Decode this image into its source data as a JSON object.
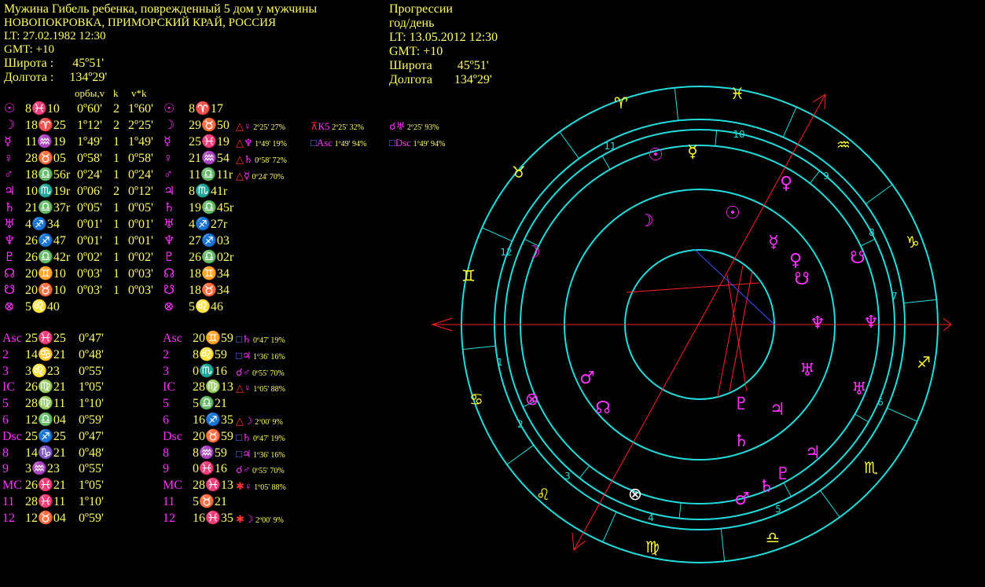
{
  "header_left": {
    "title": "Мужина Гибель ребенка, поврежденный 5 дом у мужчины",
    "place": "НОВОПОКРОВКА, ПРИМОРСКИЙ КРАЙ, РОССИЯ",
    "lt": "LT: 27.02.1982  12:30",
    "gmt": "GMT: +10",
    "lat": "Широта :      45º51'",
    "lon": "Долгота :     134º29'"
  },
  "header_right": {
    "title": "Прогрессии",
    "sub": "год/день",
    "lt": "LT: 13.05.2012  12:30",
    "gmt": "GMT: +10",
    "lat": "Широта        45º51'",
    "lon": "Долгота       134º29'"
  },
  "column_headers": {
    "orb": "орбы,v",
    "k": "k",
    "vk": "v*k"
  },
  "planets": [
    {
      "glyph": "☉",
      "pos": "8♓10",
      "orb": "0º60'",
      "k": "2",
      "vk": "1º60'",
      "pglyph": "☉",
      "ppos": "8♈17",
      "aspects": []
    },
    {
      "glyph": "☽",
      "pos": "18♈25",
      "orb": "1º12'",
      "k": "2",
      "vk": "2º25'",
      "pglyph": "☽",
      "ppos": "29♉50",
      "aspects": [
        {
          "sym": "△",
          "pl": "♀",
          "txt": "2º25'  27%"
        },
        {
          "sym": "⊼",
          "pl": "К5",
          "txt": "2º25'    32%"
        },
        {
          "sym": "☌",
          "pl": "♅",
          "txt": "2º25' 93%"
        }
      ]
    },
    {
      "glyph": "☿",
      "pos": "11♒19",
      "orb": "1º49'",
      "k": "1",
      "vk": "1º49'",
      "pglyph": "☿",
      "ppos": "25♓19",
      "aspects": [
        {
          "sym": "△",
          "pl": "♆",
          "txt": "1º49'  19%"
        },
        {
          "sym": "□",
          "pl": "Asc",
          "txt": "1º49'  94%"
        },
        {
          "sym": "□",
          "pl": "Dsc",
          "txt": "1º49'  94%"
        }
      ]
    },
    {
      "glyph": "♀",
      "pos": "28♉05",
      "orb": "0º58'",
      "k": "1",
      "vk": "0º58'",
      "pglyph": "♀",
      "ppos": "21♒54",
      "aspects": [
        {
          "sym": "△",
          "pl": "♄",
          "txt": "0º58'  72%"
        }
      ]
    },
    {
      "glyph": "♂",
      "pos": "18♎56r",
      "orb": "0º24'",
      "k": "1",
      "vk": "0º24'",
      "pglyph": "♂",
      "ppos": "11♎11r",
      "aspects": [
        {
          "sym": "△",
          "pl": "☿",
          "txt": "0º24'  70%"
        }
      ]
    },
    {
      "glyph": "♃",
      "pos": "10♏19r",
      "orb": "0º06'",
      "k": "2",
      "vk": "0º12'",
      "pglyph": "♃",
      "ppos": "8♏41r",
      "aspects": []
    },
    {
      "glyph": "♄",
      "pos": "21♎37r",
      "orb": "0º05'",
      "k": "1",
      "vk": "0º05'",
      "pglyph": "♄",
      "ppos": "19♎45r",
      "aspects": []
    },
    {
      "glyph": "♅",
      "pos": "4♐34",
      "orb": "0º01'",
      "k": "1",
      "vk": "0º01'",
      "pglyph": "♅",
      "ppos": "4♐27r",
      "aspects": []
    },
    {
      "glyph": "♆",
      "pos": "26♐47",
      "orb": "0º01'",
      "k": "1",
      "vk": "0º01'",
      "pglyph": "♆",
      "ppos": "27♐03",
      "aspects": []
    },
    {
      "glyph": "♇",
      "pos": "26♎42r",
      "orb": "0º02'",
      "k": "1",
      "vk": "0º02'",
      "pglyph": "♇",
      "ppos": "26♎02r",
      "aspects": []
    },
    {
      "glyph": "☊",
      "pos": "20♊10",
      "orb": "0º03'",
      "k": "1",
      "vk": "0º03'",
      "pglyph": "☊",
      "ppos": "18♊34",
      "aspects": []
    },
    {
      "glyph": "☋",
      "pos": "20♉10",
      "orb": "0º03'",
      "k": "1",
      "vk": "0º03'",
      "pglyph": "☋",
      "ppos": "18♉34",
      "aspects": []
    },
    {
      "glyph": "⊗",
      "pos": "5♌40",
      "orb": "",
      "k": "",
      "vk": "",
      "pglyph": "⊗",
      "ppos": "5♌46",
      "aspects": []
    }
  ],
  "houses": [
    {
      "name": "Asc",
      "pos": "25♓25",
      "orb": "0º47'",
      "pname": "Asc",
      "ppos": "20♊59",
      "aspects": [
        {
          "sym": "□",
          "pl": "♄",
          "txt": "0º47' 19%"
        }
      ]
    },
    {
      "name": "2",
      "pos": "14♋21",
      "orb": "0º48'",
      "pname": "2",
      "ppos": "8♌59",
      "aspects": [
        {
          "sym": "□",
          "pl": "♃",
          "txt": "1º36' 16%"
        }
      ]
    },
    {
      "name": "3",
      "pos": "3♌23",
      "orb": "0º55'",
      "pname": "3",
      "ppos": "0♏16",
      "aspects": [
        {
          "sym": "☌",
          "pl": "♂",
          "txt": "0º55' 70%"
        }
      ]
    },
    {
      "name": "IC",
      "pos": "26♍21",
      "orb": "1º05'",
      "pname": "IC",
      "ppos": "28♍13",
      "aspects": [
        {
          "sym": "△",
          "pl": "♀",
          "txt": "1º05' 88%"
        }
      ]
    },
    {
      "name": "5",
      "pos": "28♍11",
      "orb": "1º10'",
      "pname": "5",
      "ppos": "5♎21",
      "aspects": []
    },
    {
      "name": "6",
      "pos": "12♎04",
      "orb": "0º59'",
      "pname": "6",
      "ppos": "16♐35",
      "aspects": [
        {
          "sym": "△",
          "pl": "☽",
          "txt": "2º00'  9%"
        }
      ]
    },
    {
      "name": "Dsc",
      "pos": "25♐25",
      "orb": "0º47'",
      "pname": "Dsc",
      "ppos": "20♉59",
      "aspects": [
        {
          "sym": "□",
          "pl": "♄",
          "txt": "0º47' 19%"
        }
      ]
    },
    {
      "name": "8",
      "pos": "14♑21",
      "orb": "0º48'",
      "pname": "8",
      "ppos": "8♒59",
      "aspects": [
        {
          "sym": "□",
          "pl": "♃",
          "txt": "1º36' 16%"
        }
      ]
    },
    {
      "name": "9",
      "pos": "3♒23",
      "orb": "0º55'",
      "pname": "9",
      "ppos": "0♓16",
      "aspects": [
        {
          "sym": "☌",
          "pl": "♂",
          "txt": "0º55' 70%"
        }
      ]
    },
    {
      "name": "MC",
      "pos": "26♓21",
      "orb": "1º05'",
      "pname": "MC",
      "ppos": "28♓13",
      "aspects": [
        {
          "sym": "✱",
          "pl": "♀",
          "txt": "1º05' 88%"
        }
      ]
    },
    {
      "name": "11",
      "pos": "28♓11",
      "orb": "1º10'",
      "pname": "11",
      "ppos": "5♉21",
      "aspects": []
    },
    {
      "name": "12",
      "pos": "12♉04",
      "orb": "0º59'",
      "pname": "12",
      "ppos": "16♓35",
      "aspects": [
        {
          "sym": "✱",
          "pl": "☽",
          "txt": "2º00'  9%"
        }
      ]
    }
  ],
  "wheel": {
    "signs": [
      "♈",
      "♓",
      "♒",
      "♑",
      "♐",
      "♏",
      "♎",
      "♍",
      "♌",
      "♋",
      "♊",
      "♉"
    ],
    "house_numbers": [
      "10",
      "9",
      "8",
      "7",
      "6",
      "5",
      "4",
      "3",
      "2",
      "1",
      "12",
      "11"
    ],
    "natal_glyphs": [
      "☽",
      "☉",
      "☿",
      "♀",
      "☋",
      "♆",
      "♅",
      "♃",
      "♇",
      "♄",
      "♂",
      "☊",
      "⊗"
    ],
    "prog_glyphs": [
      "☉",
      "☿",
      "♀",
      "☽",
      "♆",
      "♅",
      "♃",
      "♇",
      "♄",
      "♂",
      "☊",
      "⊗",
      "☋"
    ],
    "colors": {
      "ring": "#22dddd",
      "sign": "#ffff33",
      "natal": "#ff33ff",
      "prog": "#ffff33",
      "axis": "#ff2222",
      "aspect_blue": "#3355ff"
    }
  }
}
